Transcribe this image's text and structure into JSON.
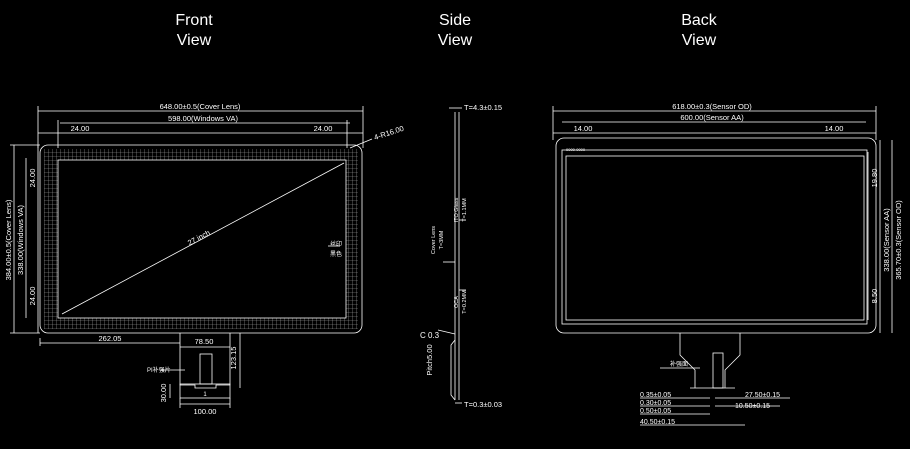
{
  "titles": {
    "front": [
      "Front",
      "View"
    ],
    "side": [
      "Side",
      "View"
    ],
    "back": [
      "Back",
      "View"
    ]
  },
  "front": {
    "cover_lens_width": "648.00±0.5(Cover Lens)",
    "windows_va_width": "598.00(Windows VA)",
    "margin_left": "24.00",
    "margin_right": "24.00",
    "corner_radius": "4-R16.00",
    "diagonal": "27 inch",
    "cover_lens_height": "384.00±0.5(Cover Lens)",
    "windows_va_height": "338.00(Windows VA)",
    "margin_top": "24.00",
    "margin_bottom": "24.00",
    "fpc_offset": "262.05",
    "fpc_width_top": "78.50",
    "fpc_length": "123.15",
    "fpc_label": "PI补强片",
    "fpc_bottom_width": "100.00",
    "fpc_bottom_height": "30.00",
    "silk_label": [
      "丝印",
      "黑色"
    ],
    "fpc_pin_mark": "1"
  },
  "side": {
    "top_thickness": "T=4.3±0.15",
    "glass_label": [
      "ITO Glass",
      "T=1.1MM"
    ],
    "cover_lens_label": [
      "Cover Lens",
      "T=3MM"
    ],
    "oca_label": [
      "OCA",
      "T=0.2MM"
    ],
    "chamfer": "C 0.3",
    "pitch": "Pitch5.00",
    "bottom_thickness": "T=0.3±0.03"
  },
  "back": {
    "sensor_od_width": "618.00±0.3(Sensor OD)",
    "sensor_aa_width": "600.00(Sensor AA)",
    "margin_left": "14.00",
    "margin_right": "14.00",
    "margin_top": "19.80",
    "margin_bottom": "8.50",
    "sensor_aa_height": "338.00(Sensor AA)",
    "sensor_od_height": "365.70±0.3(Sensor OD)",
    "part_code": "0000-0000",
    "stiffener_label": "补强面",
    "dims": [
      "0.35±0.05",
      "0.30±0.05",
      "0.50±0.05",
      "40.50±0.15"
    ],
    "dim_right_1": "27.50±0.15",
    "dim_right_2": "10.50±0.15"
  }
}
